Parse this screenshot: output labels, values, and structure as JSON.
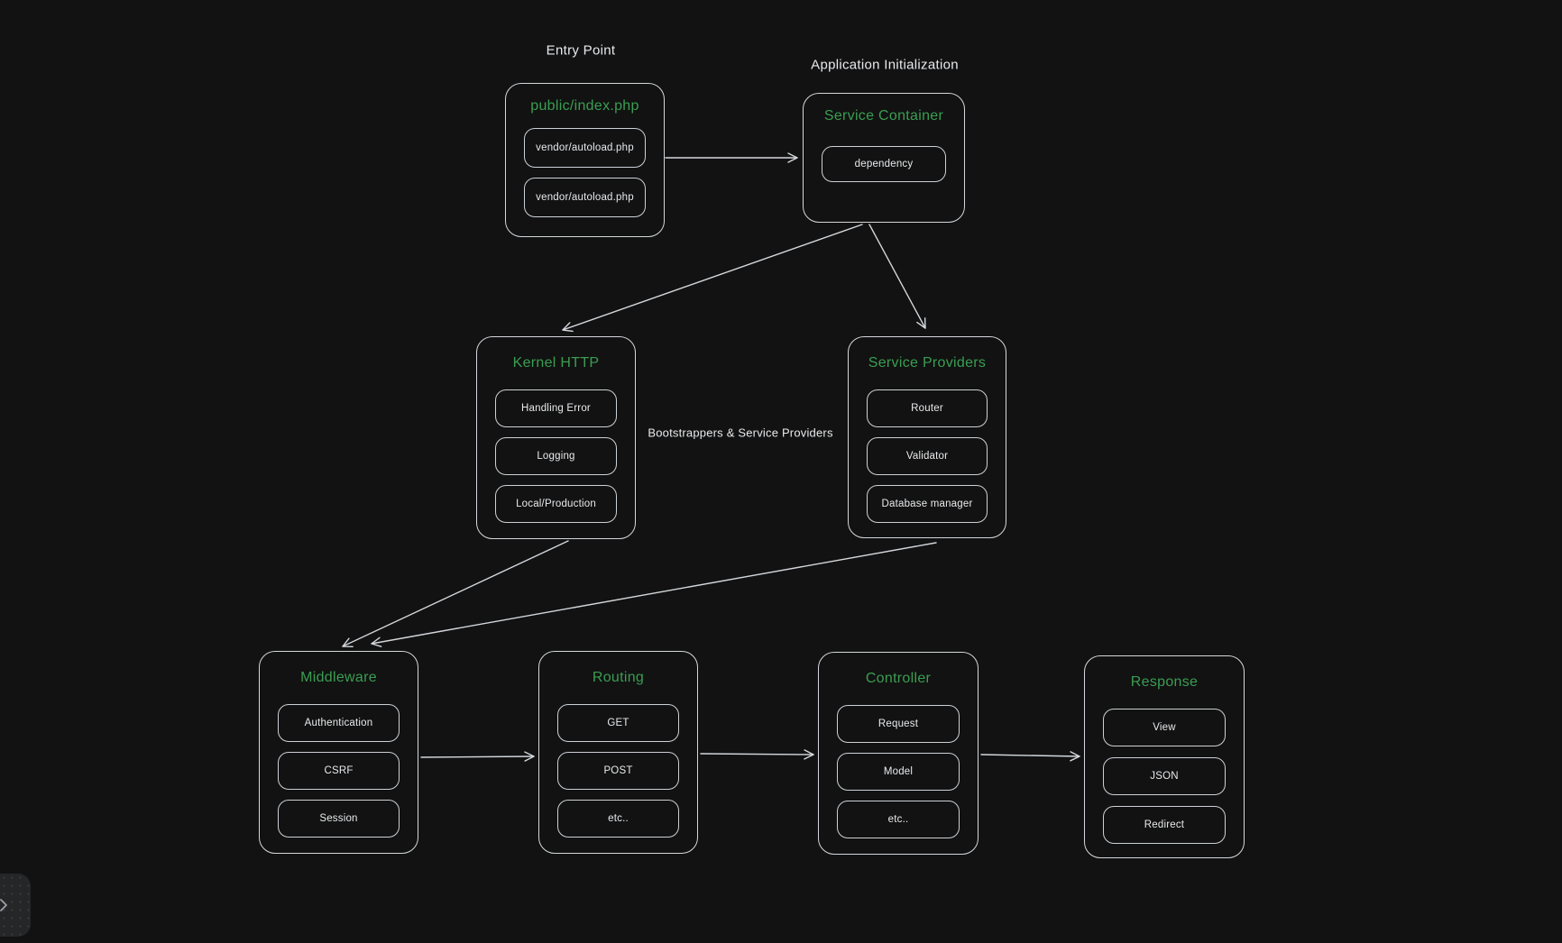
{
  "colors": {
    "canvas_background": "#121212",
    "shape_stroke": "#d4d8dc",
    "title_green": "#3a9e52",
    "text_light": "#e8eaed"
  },
  "annotations": {
    "entry_point": "Entry Point",
    "app_init": "Application Initialization",
    "bootstrappers": "Bootstrappers & Service Providers"
  },
  "groups": {
    "public_index": {
      "title": "public/index.php",
      "items": [
        "vendor/autoload.php",
        "vendor/autoload.php"
      ]
    },
    "service_container": {
      "title": "Service Container",
      "items": [
        "dependency"
      ]
    },
    "kernel_http": {
      "title": "Kernel HTTP",
      "items": [
        "Handling Error",
        "Logging",
        "Local/Production"
      ]
    },
    "service_providers": {
      "title": "Service Providers",
      "items": [
        "Router",
        "Validator",
        "Database manager"
      ]
    },
    "middleware": {
      "title": "Middleware",
      "items": [
        "Authentication",
        "CSRF",
        "Session"
      ]
    },
    "routing": {
      "title": "Routing",
      "items": [
        "GET",
        "POST",
        "etc.."
      ]
    },
    "controller": {
      "title": "Controller",
      "items": [
        "Request",
        "Model",
        "etc.."
      ]
    },
    "response": {
      "title": "Response",
      "items": [
        "View",
        "JSON",
        "Redirect"
      ]
    }
  },
  "ui": {
    "sidebar_toggle_icon": "chevron-right"
  }
}
